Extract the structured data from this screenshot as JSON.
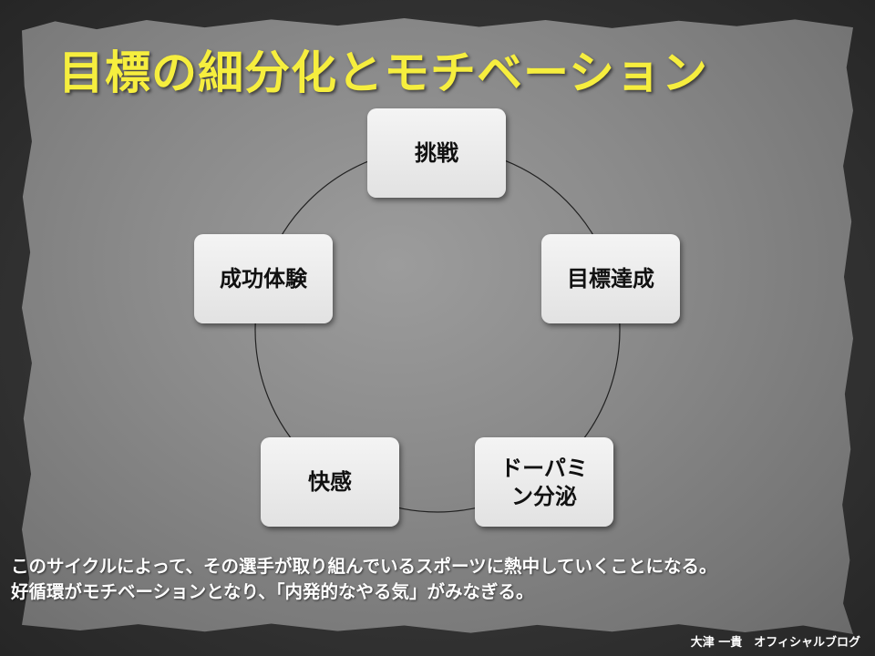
{
  "slide": {
    "title": "目標の細分化とモチベーション",
    "title_color": "#f6ee3e"
  },
  "cycle": {
    "nodes": [
      {
        "label_lines": [
          "挑戦"
        ]
      },
      {
        "label_lines": [
          "目標達成"
        ]
      },
      {
        "label_lines": [
          "ドーパミ",
          "ン分泌"
        ]
      },
      {
        "label_lines": [
          "快感"
        ]
      },
      {
        "label_lines": [
          "成功体験"
        ]
      }
    ]
  },
  "caption": {
    "lines": [
      "このサイクルによって、その選手が取り組んでいるスポーツに熱中していくことになる。",
      "好循環がモチベーションとなり、「内発的なやる気」がみなぎる。"
    ]
  },
  "footer": {
    "text": "大津 一貴　オフィシャルブログ"
  }
}
